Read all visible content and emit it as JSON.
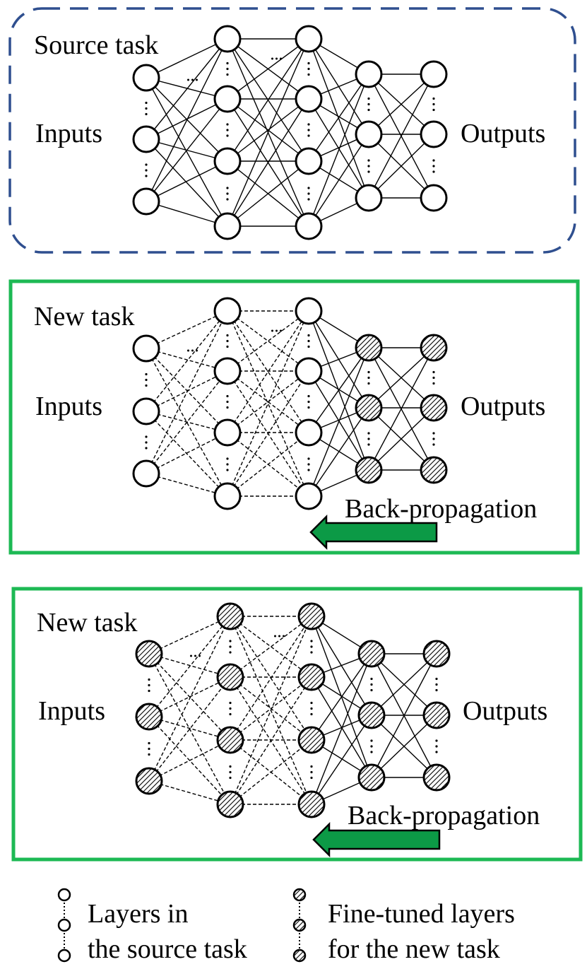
{
  "panels": [
    {
      "id": "source",
      "title": "Source task",
      "inputs_label": "Inputs",
      "outputs_label": "Outputs",
      "frame": "dashed-rounded",
      "frame_color": "#2f4f8f",
      "transferred_layers_dashed": false,
      "hatched_layers": [],
      "backprop_label": ""
    },
    {
      "id": "new-task-1",
      "title": "New task",
      "inputs_label": "Inputs",
      "outputs_label": "Outputs",
      "frame": "solid",
      "frame_color": "#1db954",
      "transferred_layers_dashed": true,
      "hatched_layers": [
        3,
        4
      ],
      "backprop_label": "Back-propagation"
    },
    {
      "id": "new-task-2",
      "title": "New task",
      "inputs_label": "Inputs",
      "outputs_label": "Outputs",
      "frame": "solid",
      "frame_color": "#1db954",
      "transferred_layers_dashed": true,
      "hatched_layers": [
        0,
        1,
        2,
        3,
        4
      ],
      "backprop_label": "Back-propagation"
    }
  ],
  "legend": {
    "source_line1": "Layers in",
    "source_line2": "the source task",
    "finetuned_line1": "Fine-tuned layers",
    "finetuned_line2": "for the new task"
  },
  "colors": {
    "arrow_fill": "#0c9a46",
    "node_stroke": "#000000",
    "hatch": "#000000"
  }
}
